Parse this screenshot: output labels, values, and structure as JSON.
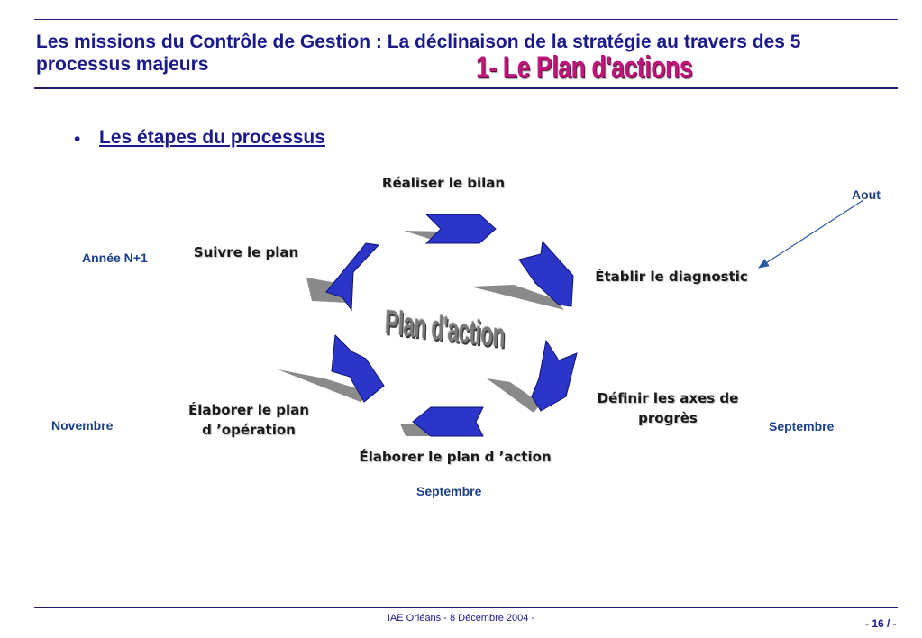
{
  "header": {
    "title": "Les missions du Contrôle de Gestion : La déclinaison de la stratégie au travers des 5 processus majeurs",
    "subtitle": "1- Le Plan d'actions"
  },
  "section": {
    "bullet_symbol": "•",
    "heading": "Les étapes du processus"
  },
  "cycle": {
    "center_label": "Plan d'action",
    "steps": {
      "realiser_bilan": "Réaliser le bilan",
      "etablir_diagnostic": "Établir le diagnostic",
      "definir_axes_line1": "Définir les axes de",
      "definir_axes_line2": "progrès",
      "elaborer_plan_action": "Élaborer le plan d ’action",
      "elaborer_plan_operation_line1": "Élaborer le plan",
      "elaborer_plan_operation_line2": "d ’opération",
      "suivre_plan": "Suivre le plan"
    }
  },
  "notes": {
    "aout": "Aout",
    "annee_n1": "Année N+1",
    "novembre": "Novembre",
    "septembre_right": "Septembre",
    "septembre_bottom": "Septembre"
  },
  "footer": {
    "text": "IAE Orléans - 8 Décembre 2004 -",
    "page_number": "- 16 / -"
  },
  "colors": {
    "title": "#1a1a8c",
    "subtitle": "#c0157a",
    "arrow_fill": "#2b35c9",
    "arrow_shadow": "#8a8a8a",
    "note": "#1a3f8c"
  },
  "icons": [
    "chevron-arrow-icon",
    "pointer-arrow-icon"
  ]
}
